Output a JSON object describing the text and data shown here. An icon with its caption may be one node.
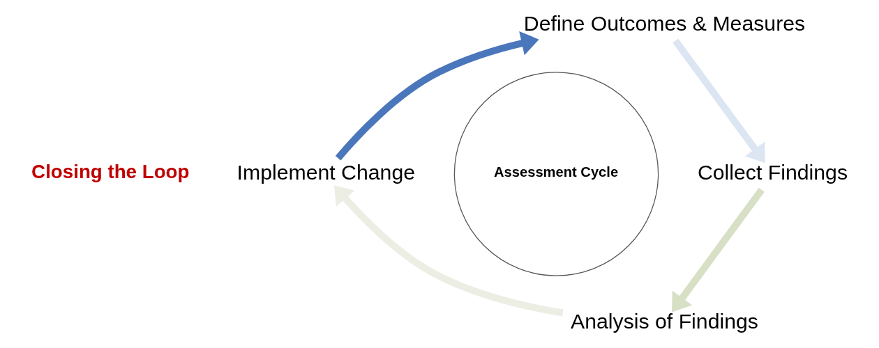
{
  "diagram": {
    "nodes": [
      {
        "text": [
          "Define Outcomes & Measures"
        ]
      },
      {
        "text": [
          "Collect Findings"
        ]
      },
      {
        "text": [
          "Analysis of Findings"
        ]
      },
      {
        "text": [
          "Implement Change"
        ]
      },
      {
        "text": [
          "Assessment Cycle"
        ]
      }
    ],
    "edges": [
      {
        "from": 0,
        "to": 1,
        "arrow": "to",
        "color": "#dce6f2"
      },
      {
        "from": 1,
        "to": 2,
        "arrow": "to",
        "color": "#d7dfc5"
      },
      {
        "from": 2,
        "to": 3,
        "arrow": "to",
        "color": "#eceee4"
      },
      {
        "from": 3,
        "to": 0,
        "arrow": "to",
        "color": "#4a77bb"
      }
    ],
    "labels": [
      "Closing the Loop"
    ]
  }
}
